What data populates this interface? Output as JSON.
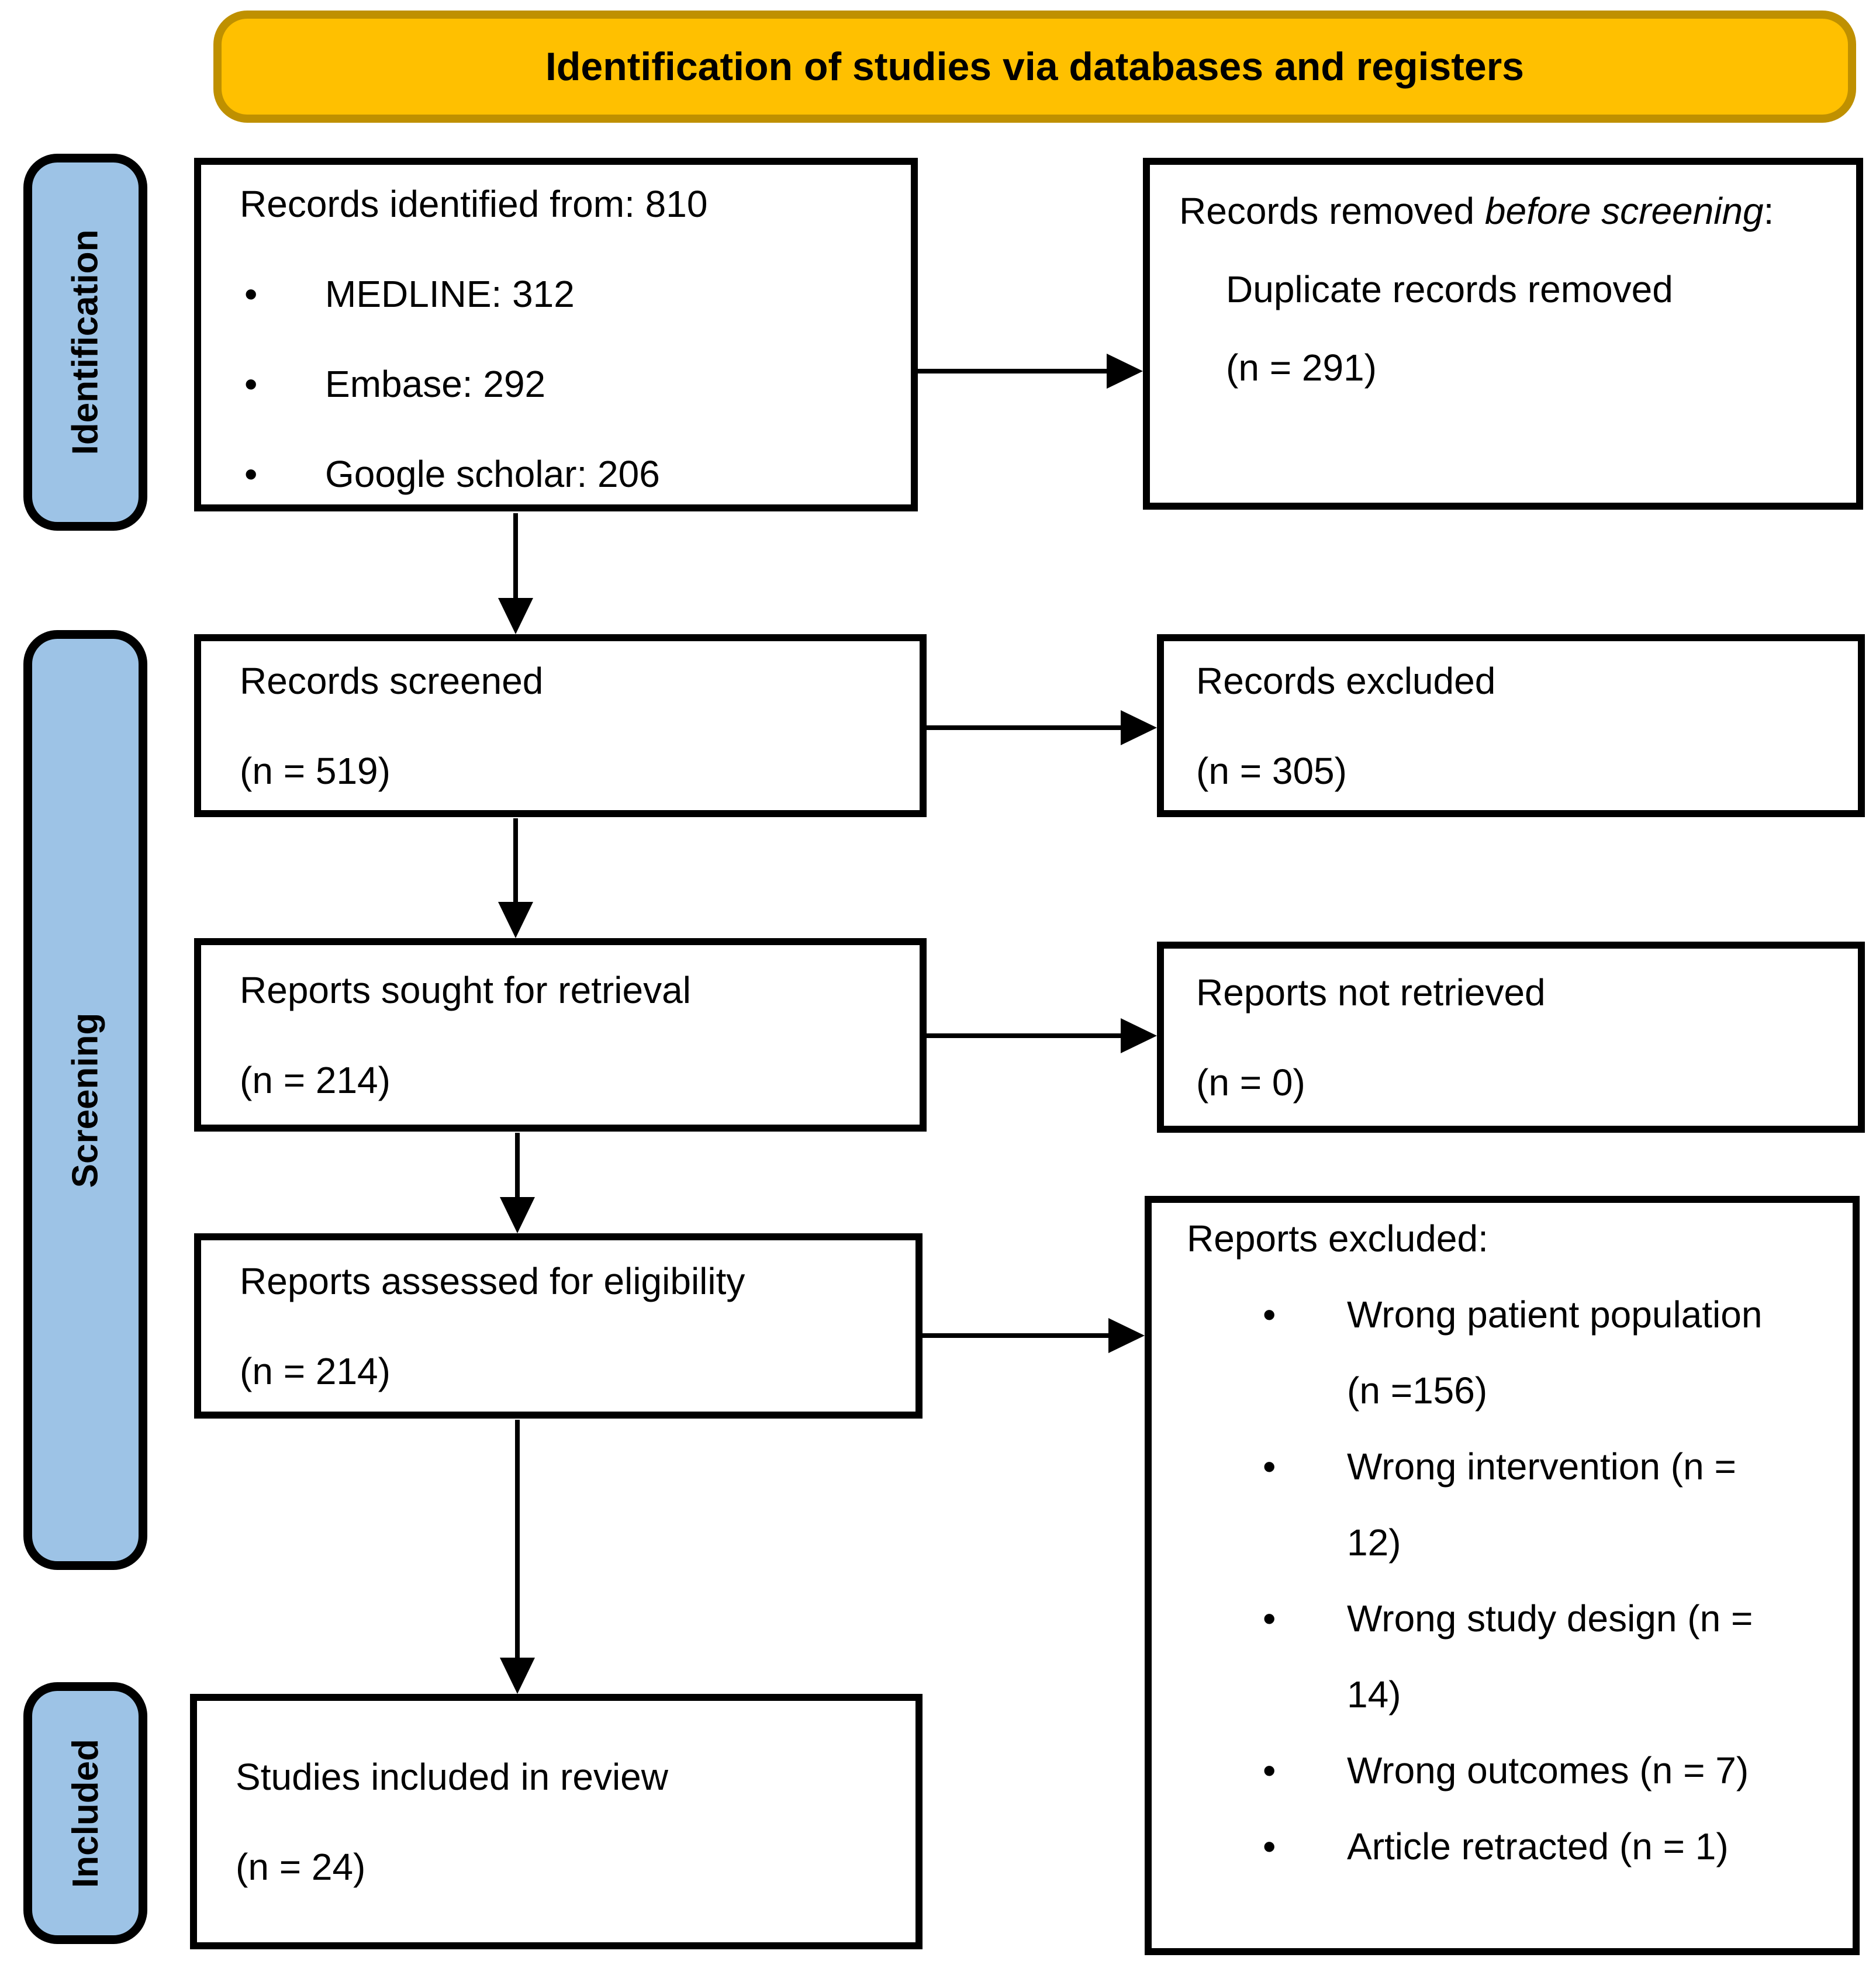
{
  "banner": {
    "title": "Identification of studies via databases and registers",
    "fill": "#FFC000",
    "border_color": "#BF9000"
  },
  "stages": {
    "fill": "#9DC3E6",
    "identification": "Identification",
    "screening": "Screening",
    "included": "Included"
  },
  "glyphs": {
    "bullet": "•"
  },
  "boxes": {
    "records_identified": {
      "title": "Records identified from: 810",
      "bullets": [
        "MEDLINE: 312",
        "Embase: 292",
        "Google scholar: 206"
      ]
    },
    "records_removed": {
      "line1_pre": "Records removed ",
      "line1_italic": "before screening",
      "line1_post": ":",
      "line2": "Duplicate records removed",
      "line3": "(n = 291)"
    },
    "records_screened": {
      "line1": "Records screened",
      "line2": "(n = 519)"
    },
    "records_excluded": {
      "line1": "Records excluded",
      "line2": "(n = 305)"
    },
    "reports_sought": {
      "line1": "Reports sought for retrieval",
      "line2": "(n = 214)"
    },
    "reports_not_retrieved": {
      "line1": "Reports not retrieved",
      "line2": "(n = 0)"
    },
    "reports_assessed": {
      "line1": "Reports assessed for eligibility",
      "line2": "(n = 214)"
    },
    "reports_excluded": {
      "title": "Reports excluded:",
      "items": [
        {
          "line1": "Wrong patient population",
          "line2": "(n =156)"
        },
        {
          "line1": "Wrong intervention (n =",
          "line2": "12)"
        },
        {
          "line1": "Wrong study design (n =",
          "line2": "14)"
        },
        {
          "line1": "Wrong outcomes (n = 7)"
        },
        {
          "line1": "Article retracted (n = 1)"
        }
      ]
    },
    "studies_included": {
      "line1": "Studies included in review",
      "line2": "(n = 24)"
    }
  }
}
